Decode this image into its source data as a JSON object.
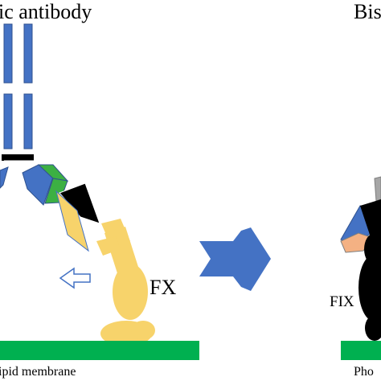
{
  "labels": {
    "left_title": "ic antibody",
    "right_title": "Bis",
    "fx": "FX",
    "fix": "FIX",
    "left_membrane": "ipid membrane",
    "right_membrane": "Pho"
  },
  "colors": {
    "antibody_blue": "#4472c4",
    "antibody_outline": "#2f528f",
    "green_domain": "#3cb043",
    "black_domain": "#000000",
    "yellow_domain": "#f7d36b",
    "membrane_green": "#00b050",
    "arrow_blue": "#4472c4",
    "white_arrow_outline": "#4472c4",
    "peach_domain": "#f4b183",
    "grey_domain": "#a6a6a6"
  },
  "icons": {
    "transition_arrow": "right-arrow-icon",
    "movement_arrow": "left-arrow-icon"
  }
}
